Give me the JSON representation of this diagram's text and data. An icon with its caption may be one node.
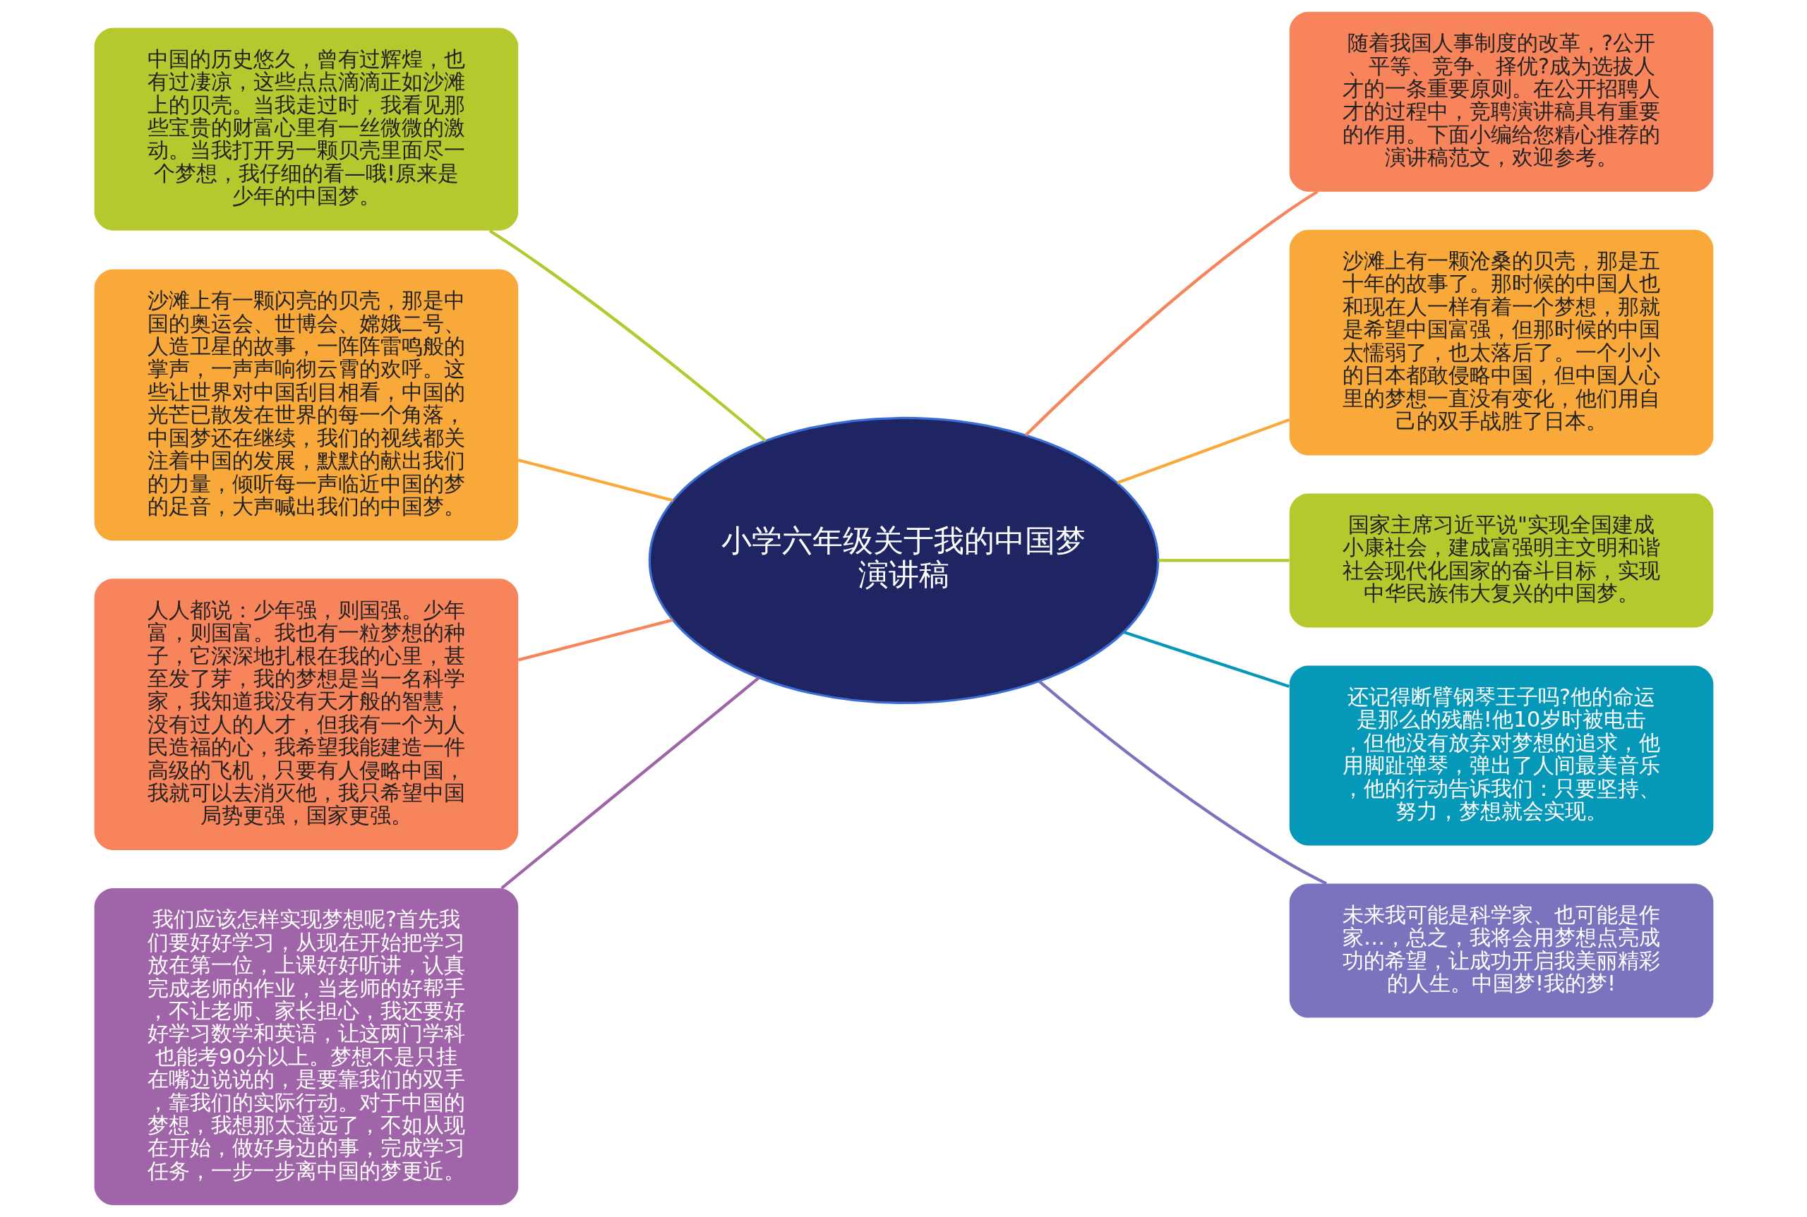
{
  "diagram": {
    "nodes": [
      {
        "text": [
          "小学六年级关于我的中国梦演讲稿"
        ]
      },
      {
        "text": [
          "中国的历史悠久，曾有过辉煌，也有过凄凉，这些点点滴滴正如沙滩上的贝壳。当我走过时，我看见那些宝贵的财富心里有一丝微微的激动。当我打开另一颗贝壳里面尽一个梦想，我仔细的看—哦!原来是少年的中国梦。"
        ]
      },
      {
        "text": [
          "沙滩上有一颗闪亮的贝壳，那是中国的奥运会、世博会、嫦娥二号、人造卫星的故事，一阵阵雷鸣般的掌声，一声声响彻云霄的欢呼。这些让世界对中国刮目相看，中国的光芒已散发在世界的每一个角落，中国梦还在继续，我们的视线都关注着中国的发展，默默的献出我们的力量，倾听每一声临近中国的梦的足音，大声喊出我们的中国梦。"
        ]
      },
      {
        "text": [
          "人人都说：少年强，则国强。少年富，则国富。我也有一粒梦想的种子，它深深地扎根在我的心里，甚至发了芽，我的梦想是当一名科学家，我知道我没有天才般的智慧，没有过人的人才，但我有一个为人民造福的心，我希望我能建造一件高级的飞机，只要有人侵略中国，我就可以去消灭他，我只希望中国局势更强，国家更强。"
        ]
      },
      {
        "text": [
          "我们应该怎样实现梦想呢?首先我们要好好学习，从现在开始把学习放在第一位，上课好好听讲，认真完成老师的作业，当老师的好帮手，不让老师、家长担心，我还要好好学习数学和英语，让这两门学科也能考90分以上。梦想不是只挂在嘴边说说的，是要靠我们的双手，靠我们的实际行动。对于中国的梦想，我想那太遥远了，不如从现在开始，做好身边的事，完成学习任务，一步一步离中国的梦更近。"
        ]
      },
      {
        "text": [
          "随着我国人事制度的改革，?公开、平等、竞争、择优?成为选拔人才的一条重要原则。在公开招聘人才的过程中，竞聘演讲稿具有重要的作用。下面小编给您精心推荐的演讲稿范文，欢迎参考。"
        ]
      },
      {
        "text": [
          "沙滩上有一颗沧桑的贝壳，那是五十年的故事了。那时候的中国人也和现在人一样有着一个梦想，那就是希望中国富强，但那时候的中国太懦弱了，也太落后了。一个小小的日本都敢侵略中国，但中国人心里的梦想一直没有变化，他们用自己的双手战胜了日本。"
        ]
      },
      {
        "text": [
          "国家主席习近平说\"实现全国建成小康社会，建成富强明主文明和谐社会现代化国家的奋斗目标，实现中华民族伟大复兴的中国梦。"
        ]
      },
      {
        "text": [
          "还记得断臂钢琴王子吗?他的命运是那么的残酷!他10岁时被电击，但他没有放弃对梦想的追求，他用脚趾弹琴，弹出了人间最美音乐，他的行动告诉我们：只要坚持、努力，梦想就会实现。"
        ]
      },
      {
        "text": [
          "未来我可能是科学家、也可能是作家…，总之，我将会用梦想点亮成功的希望，让成功开启我美丽精彩的人生。中国梦!我的梦!"
        ]
      }
    ],
    "edges": [
      {
        "from": 0,
        "to": 1,
        "arrow": "none",
        "color": "#b5c92e"
      },
      {
        "from": 0,
        "to": 2,
        "arrow": "none",
        "color": "#f9a93a"
      },
      {
        "from": 0,
        "to": 3,
        "arrow": "none",
        "color": "#f7845a"
      },
      {
        "from": 0,
        "to": 4,
        "arrow": "none",
        "color": "#a065a8"
      },
      {
        "from": 0,
        "to": 5,
        "arrow": "none",
        "color": "#f7845a"
      },
      {
        "from": 0,
        "to": 6,
        "arrow": "none",
        "color": "#f9a93a"
      },
      {
        "from": 0,
        "to": 7,
        "arrow": "none",
        "color": "#b5c92e"
      },
      {
        "from": 0,
        "to": 8,
        "arrow": "none",
        "color": "#0598b8"
      },
      {
        "from": 0,
        "to": 9,
        "arrow": "none",
        "color": "#7a74be"
      }
    ]
  }
}
